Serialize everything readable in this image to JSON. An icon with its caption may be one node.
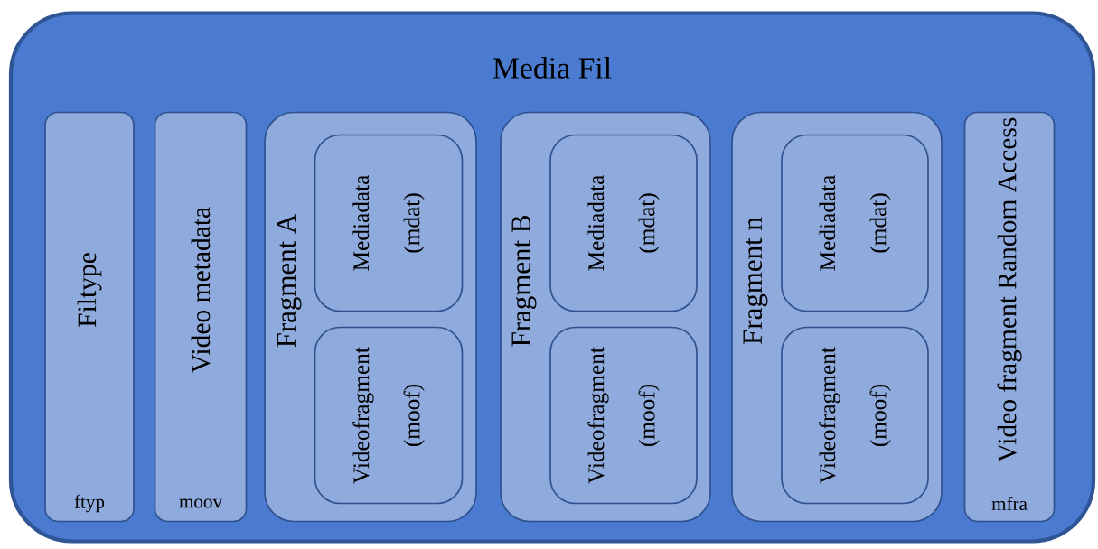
{
  "diagram": {
    "nodes": [
      {
        "text": [
          "Media Fil"
        ]
      },
      {
        "text": [
          "Filtype",
          "ftyp"
        ],
        "in": 0
      },
      {
        "text": [
          "Video metadata",
          "moov"
        ],
        "in": 0
      },
      {
        "text": [
          "Fragment A"
        ],
        "in": 0
      },
      {
        "text": [
          "Mediadata (mdat)"
        ],
        "in": 3
      },
      {
        "text": [
          "Videofragment (moof)"
        ],
        "in": 3
      },
      {
        "text": [
          "Fragment B"
        ],
        "in": 0
      },
      {
        "text": [
          "Mediadata (mdat)"
        ],
        "in": 6
      },
      {
        "text": [
          "Videofragment (moof)"
        ],
        "in": 6
      },
      {
        "text": [
          "Fragment n"
        ],
        "in": 0
      },
      {
        "text": [
          "Mediadata (mdat)"
        ],
        "in": 9
      },
      {
        "text": [
          "Videofragment (moof)"
        ],
        "in": 9
      },
      {
        "text": [
          "Video fragment Random Access",
          "mfra"
        ],
        "in": 0
      }
    ]
  }
}
